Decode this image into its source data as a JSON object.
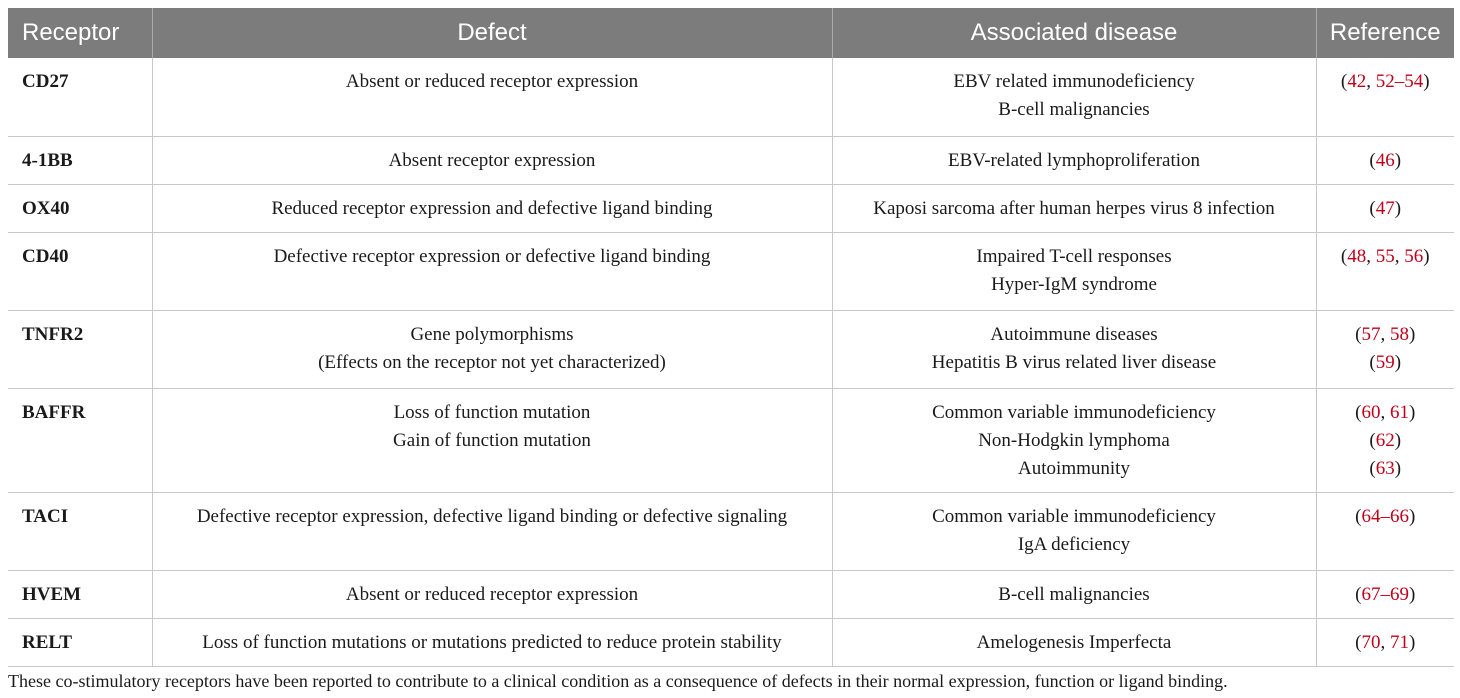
{
  "headers": {
    "receptor": "Receptor",
    "defect": "Defect",
    "disease": "Associated disease",
    "reference": "Reference"
  },
  "rows": [
    {
      "receptor": "CD27",
      "defect": [
        "Absent or reduced receptor expression"
      ],
      "disease": [
        "EBV related immunodeficiency",
        "B-cell malignancies"
      ],
      "refs": [
        [
          {
            "t": "(",
            "r": false
          },
          {
            "t": "42",
            "r": true
          },
          {
            "t": ", ",
            "r": false
          },
          {
            "t": "52–54",
            "r": true
          },
          {
            "t": ")",
            "r": false
          }
        ]
      ]
    },
    {
      "receptor": "4-1BB",
      "defect": [
        "Absent receptor expression"
      ],
      "disease": [
        "EBV-related lymphoproliferation"
      ],
      "refs": [
        [
          {
            "t": "(",
            "r": false
          },
          {
            "t": "46",
            "r": true
          },
          {
            "t": ")",
            "r": false
          }
        ]
      ]
    },
    {
      "receptor": "OX40",
      "defect": [
        "Reduced receptor expression and defective ligand binding"
      ],
      "disease": [
        "Kaposi sarcoma after human herpes virus 8 infection"
      ],
      "refs": [
        [
          {
            "t": "(",
            "r": false
          },
          {
            "t": "47",
            "r": true
          },
          {
            "t": ")",
            "r": false
          }
        ]
      ]
    },
    {
      "receptor": "CD40",
      "defect": [
        "Defective receptor expression or defective ligand binding"
      ],
      "disease": [
        "Impaired T-cell responses",
        "Hyper-IgM syndrome"
      ],
      "refs": [
        [
          {
            "t": "(",
            "r": false
          },
          {
            "t": "48",
            "r": true
          },
          {
            "t": ", ",
            "r": false
          },
          {
            "t": "55",
            "r": true
          },
          {
            "t": ", ",
            "r": false
          },
          {
            "t": "56",
            "r": true
          },
          {
            "t": ")",
            "r": false
          }
        ]
      ]
    },
    {
      "receptor": "TNFR2",
      "defect": [
        "Gene polymorphisms",
        "(Effects on the receptor not yet characterized)"
      ],
      "disease": [
        "Autoimmune diseases",
        "Hepatitis B virus related liver disease"
      ],
      "refs": [
        [
          {
            "t": "(",
            "r": false
          },
          {
            "t": "57",
            "r": true
          },
          {
            "t": ", ",
            "r": false
          },
          {
            "t": "58",
            "r": true
          },
          {
            "t": ")",
            "r": false
          }
        ],
        [
          {
            "t": "(",
            "r": false
          },
          {
            "t": "59",
            "r": true
          },
          {
            "t": ")",
            "r": false
          }
        ]
      ]
    },
    {
      "receptor": "BAFFR",
      "defect": [
        "Loss of function mutation",
        "Gain of function mutation"
      ],
      "disease": [
        "Common variable immunodeficiency",
        "Non-Hodgkin lymphoma",
        "Autoimmunity"
      ],
      "refs": [
        [
          {
            "t": "(",
            "r": false
          },
          {
            "t": "60",
            "r": true
          },
          {
            "t": ", ",
            "r": false
          },
          {
            "t": "61",
            "r": true
          },
          {
            "t": ")",
            "r": false
          }
        ],
        [
          {
            "t": "(",
            "r": false
          },
          {
            "t": "62",
            "r": true
          },
          {
            "t": ")",
            "r": false
          }
        ],
        [
          {
            "t": "(",
            "r": false
          },
          {
            "t": "63",
            "r": true
          },
          {
            "t": ")",
            "r": false
          }
        ]
      ]
    },
    {
      "receptor": "TACI",
      "defect": [
        "Defective receptor expression, defective ligand binding or defective signaling"
      ],
      "disease": [
        "Common variable immunodeficiency",
        "IgA deficiency"
      ],
      "refs": [
        [
          {
            "t": "(",
            "r": false
          },
          {
            "t": "64–66",
            "r": true
          },
          {
            "t": ")",
            "r": false
          }
        ]
      ]
    },
    {
      "receptor": "HVEM",
      "defect": [
        "Absent or reduced receptor expression"
      ],
      "disease": [
        "B-cell malignancies"
      ],
      "refs": [
        [
          {
            "t": "(",
            "r": false
          },
          {
            "t": "67–69",
            "r": true
          },
          {
            "t": ")",
            "r": false
          }
        ]
      ]
    },
    {
      "receptor": "RELT",
      "defect": [
        "Loss of function mutations or mutations predicted to reduce protein stability"
      ],
      "disease": [
        "Amelogenesis Imperfecta"
      ],
      "refs": [
        [
          {
            "t": "(",
            "r": false
          },
          {
            "t": "70",
            "r": true
          },
          {
            "t": ", ",
            "r": false
          },
          {
            "t": "71",
            "r": true
          },
          {
            "t": ")",
            "r": false
          }
        ]
      ]
    }
  ],
  "footnote": "These co-stimulatory receptors have been reported to contribute to a clinical condition as a consequence of defects in their normal expression, function or ligand binding.",
  "colors": {
    "header_bg": "#7c7c7c",
    "header_text": "#ffffff",
    "reference_link": "#c0001a",
    "grid": "#c8c8c8"
  }
}
